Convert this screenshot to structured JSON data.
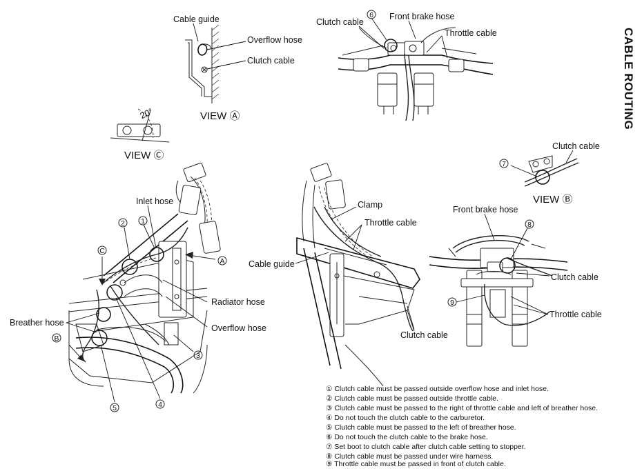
{
  "title": "CABLE ROUTING",
  "views": {
    "a": "VIEW Ⓐ",
    "b": "VIEW Ⓑ",
    "c": "VIEW Ⓒ"
  },
  "view_a_labels": {
    "cable_guide": "Cable guide",
    "overflow_hose": "Overflow hose",
    "clutch_cable": "Clutch cable"
  },
  "view_c_angle": "20°",
  "handlebar_labels": {
    "clutch_cable": "Clutch cable",
    "front_brake_hose": "Front brake hose",
    "throttle_cable": "Throttle cable"
  },
  "view_b_labels": {
    "clutch_cable": "Clutch cable"
  },
  "left_frame_labels": {
    "inlet_hose": "Inlet hose",
    "radiator_hose": "Radiator hose",
    "overflow_hose": "Overflow hose",
    "breather_hose": "Breather hose"
  },
  "center_frame_labels": {
    "clamp": "Clamp",
    "throttle_cable": "Throttle cable",
    "cable_guide": "Cable guide",
    "clutch_cable": "Clutch cable"
  },
  "front_labels": {
    "front_brake_hose": "Front brake hose",
    "clutch_cable": "Clutch cable",
    "throttle_cable": "Throttle cable"
  },
  "markers": {
    "a": "A",
    "b": "B",
    "c": "C",
    "n1": "1",
    "n2": "2",
    "n3": "3",
    "n4": "4",
    "n5": "5",
    "n6": "6",
    "n7": "7",
    "n8": "8",
    "n9": "9"
  },
  "notes": [
    "① Clutch cable must be passed outside overflow hose and inlet hose.",
    "② Clutch cable must be passed outside throttle cable.",
    "③ Clutch cable must be passed to the right of throttle cable and left of breather hose.",
    "④ Do not touch the clutch cable to the carburetor.",
    "⑤ Clutch cable must be passed to the left of breather hose.",
    "⑥ Do not touch the clutch cable to the brake hose.",
    "⑦ Set boot to clutch cable after clutch cable setting to stopper.",
    "⑧ Clutch cable must be passed under wire harness.",
    "⑨ Throttle cable must be passed in front of clutch cable."
  ]
}
